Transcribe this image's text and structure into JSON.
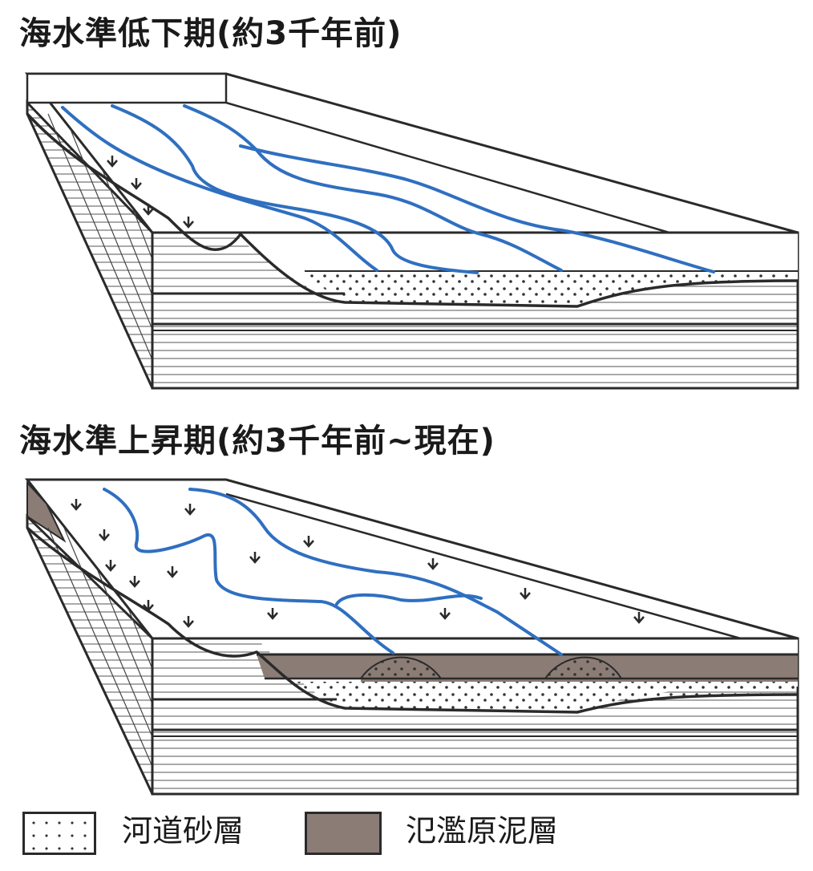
{
  "panels": [
    {
      "title": "海水準低下期(約3千年前)"
    },
    {
      "title": "海水準上昇期(約3千年前~現在)"
    }
  ],
  "legend": [
    {
      "label": "河道砂層",
      "pattern": "dots",
      "color": "#ffffff"
    },
    {
      "label": "氾濫原泥層",
      "pattern": "solid",
      "color": "#8b7d76"
    }
  ],
  "colors": {
    "river": "#2f6fc0",
    "outline": "#2a2a2a",
    "mud": "#8b7d76",
    "sand_dot": "#333333"
  },
  "icons": [
    "down-arrow-icon"
  ]
}
